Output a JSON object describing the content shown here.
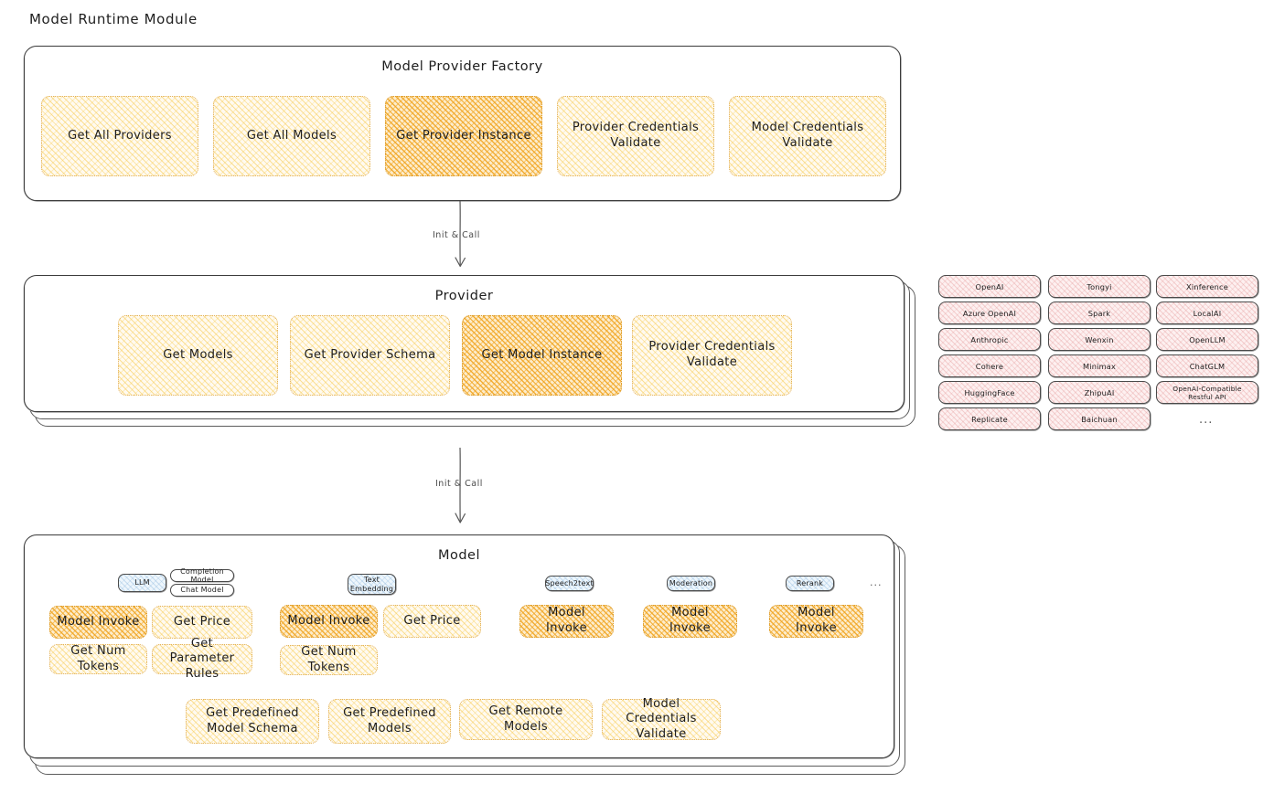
{
  "diagram": {
    "title": "Model Runtime Module"
  },
  "factory": {
    "label": "Model Provider Factory",
    "boxes": [
      {
        "label": "Get All Providers",
        "highlight": false
      },
      {
        "label": "Get All Models",
        "highlight": false
      },
      {
        "label": "Get Provider Instance",
        "highlight": true
      },
      {
        "label": "Provider Credentials Validate",
        "highlight": false
      },
      {
        "label": "Model Credentials Validate",
        "highlight": false
      }
    ]
  },
  "arrows": {
    "factory_to_provider": "Init & Call",
    "provider_to_model": "Init & Call"
  },
  "provider": {
    "label": "Provider",
    "boxes": [
      {
        "label": "Get Models",
        "highlight": false
      },
      {
        "label": "Get Provider Schema",
        "highlight": false
      },
      {
        "label": "Get Model Instance",
        "highlight": true
      },
      {
        "label": "Provider Credentials Validate",
        "highlight": false
      }
    ]
  },
  "provider_list": {
    "columns": [
      [
        "OpenAI",
        "Azure OpenAI",
        "Anthropic",
        "Cohere",
        "HuggingFace",
        "Replicate"
      ],
      [
        "Tongyi",
        "Spark",
        "Wenxin",
        "Minimax",
        "ZhipuAI",
        "Baichuan"
      ],
      [
        "Xinference",
        "LocalAI",
        "OpenLLM",
        "ChatGLM",
        "OpenAI-Compatible Restful API"
      ]
    ],
    "more": "..."
  },
  "model": {
    "label": "Model",
    "more": "...",
    "groups": [
      {
        "tag": "LLM",
        "subtags": [
          "Completion Model",
          "Chat Model"
        ],
        "boxes": [
          {
            "label": "Model Invoke",
            "highlight": true
          },
          {
            "label": "Get Price",
            "highlight": false
          },
          {
            "label": "Get Num Tokens",
            "highlight": false
          },
          {
            "label": "Get Parameter Rules",
            "highlight": false
          }
        ]
      },
      {
        "tag": "Text Embedding",
        "subtags": [],
        "boxes": [
          {
            "label": "Model Invoke",
            "highlight": true
          },
          {
            "label": "Get Price",
            "highlight": false
          },
          {
            "label": "Get Num Tokens",
            "highlight": false
          }
        ]
      },
      {
        "tag": "Speech2text",
        "subtags": [],
        "boxes": [
          {
            "label": "Model Invoke",
            "highlight": true
          }
        ]
      },
      {
        "tag": "Moderation",
        "subtags": [],
        "boxes": [
          {
            "label": "Model Invoke",
            "highlight": true
          }
        ]
      },
      {
        "tag": "Rerank",
        "subtags": [],
        "boxes": [
          {
            "label": "Model Invoke",
            "highlight": true
          }
        ]
      }
    ],
    "common_boxes": [
      {
        "label": "Get Predefined Model Schema"
      },
      {
        "label": "Get Predefined Models"
      },
      {
        "label": "Get Remote Models"
      },
      {
        "label": "Model Credentials Validate"
      }
    ]
  },
  "colors": {
    "highlight_fill": "#f0a41e",
    "light_fill": "#fffaf0",
    "provider_pill": "#fdf0f0",
    "tag_blue": "#eef6fc",
    "stroke": "#1e1e1e"
  }
}
